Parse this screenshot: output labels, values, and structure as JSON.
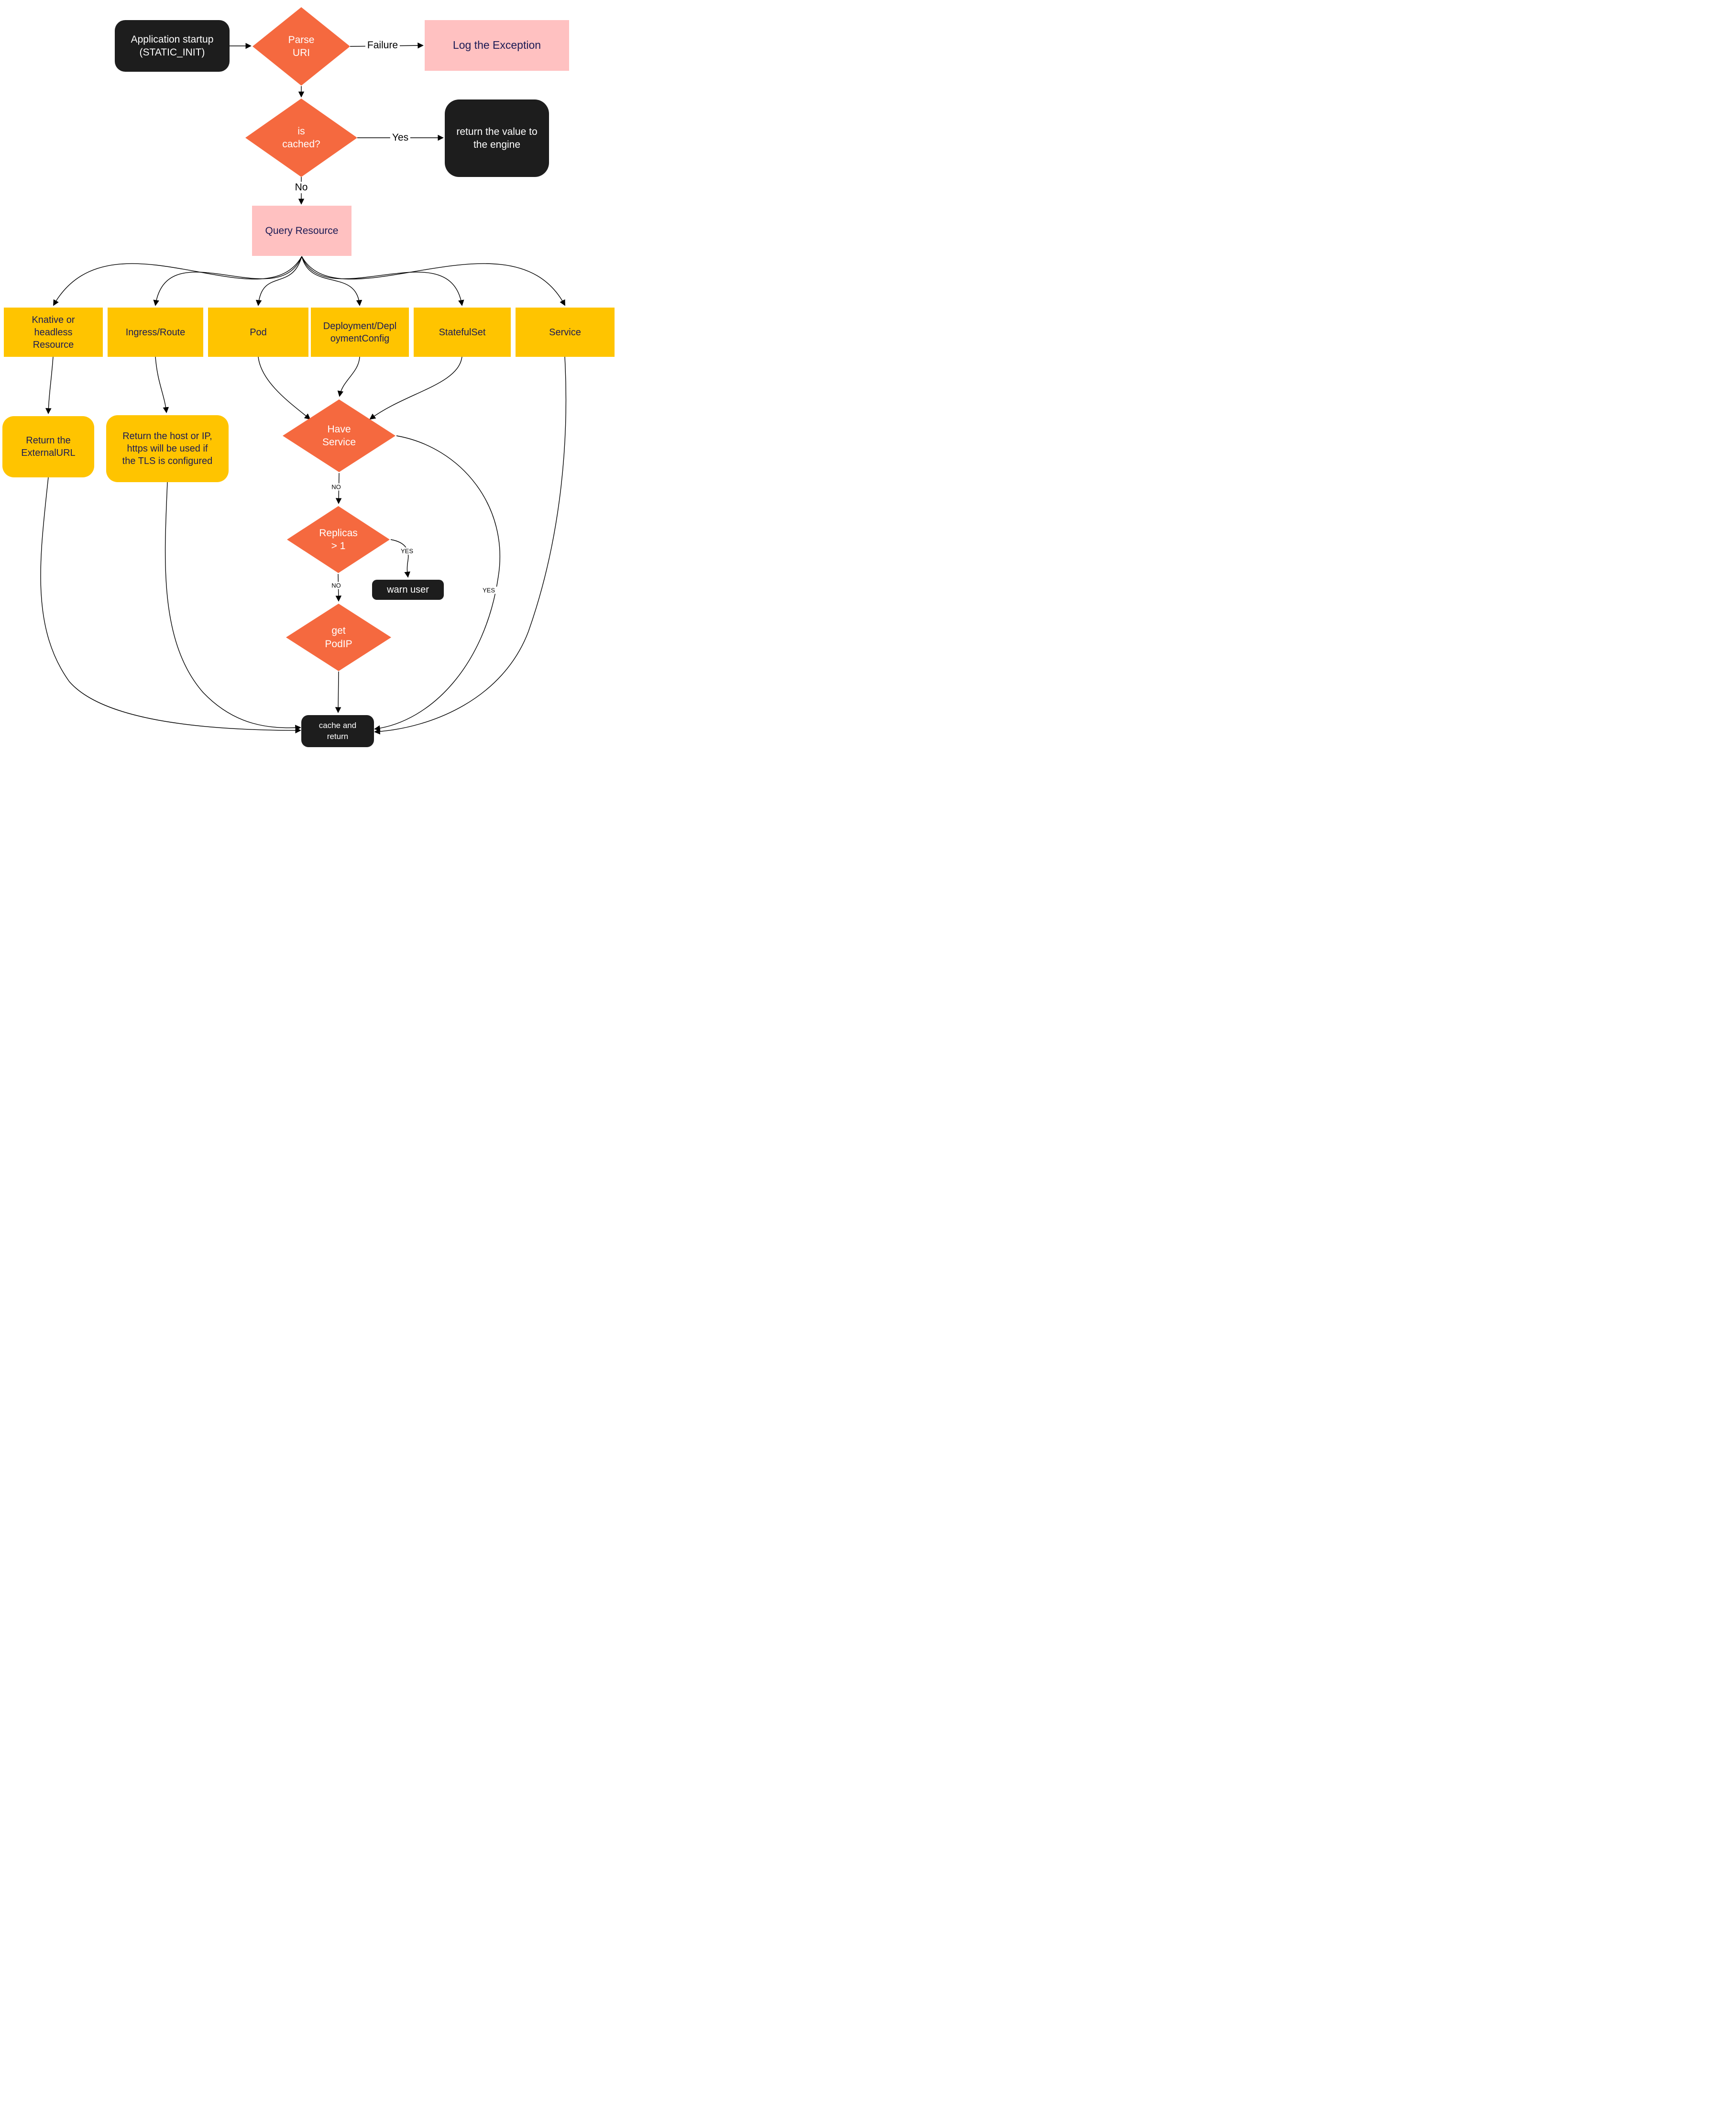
{
  "nodes": {
    "app_start": {
      "label": "Application startup\n(STATIC_INIT)"
    },
    "parse_uri": {
      "label": "Parse\nURI"
    },
    "log_exception": {
      "label": "Log the Exception"
    },
    "is_cached": {
      "label": "is\ncached?"
    },
    "return_engine": {
      "label": "return the value to\nthe engine"
    },
    "query_resource": {
      "label": "Query Resource"
    },
    "knative": {
      "label": "Knative or\nheadless\nResource"
    },
    "ingress": {
      "label": "Ingress/Route"
    },
    "pod": {
      "label": "Pod"
    },
    "deployment": {
      "label": "Deployment/Depl\noymentConfig"
    },
    "statefulset": {
      "label": "StatefulSet"
    },
    "service": {
      "label": "Service"
    },
    "return_externalurl": {
      "label": "Return the\nExternalURL"
    },
    "return_host": {
      "label": "Return the host or IP,\nhttps will be used if\nthe TLS is configured"
    },
    "have_service": {
      "label": "Have\nService"
    },
    "replicas": {
      "label": "Replicas\n> 1"
    },
    "warn_user": {
      "label": "warn user"
    },
    "get_podip": {
      "label": "get\nPodIP"
    },
    "cache_return": {
      "label": "cache and\nreturn"
    }
  },
  "edge_labels": {
    "failure": "Failure",
    "yes": "Yes",
    "no": "No",
    "have_service_no": "NO",
    "replicas_yes": "YES",
    "replicas_no": "NO",
    "have_service_yes": "YES"
  },
  "colors": {
    "diamond_fill": "#F5693F",
    "yellow_fill": "#FFC400",
    "pink_fill": "#FFC1C1",
    "dark_fill": "#1D1D1D",
    "navy_text": "#1B1B55",
    "white_text": "#FFFFFF",
    "line": "#000000"
  }
}
